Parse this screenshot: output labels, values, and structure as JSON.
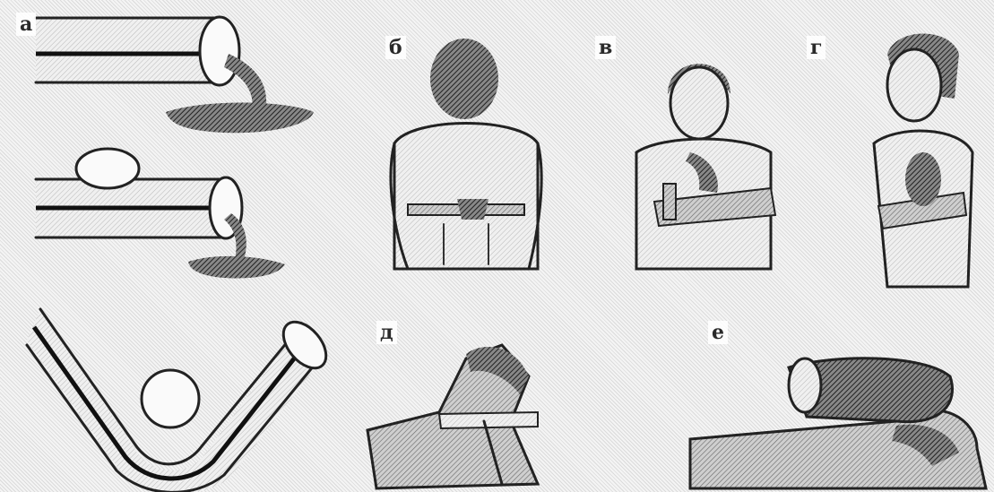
{
  "labels": {
    "a": "а",
    "b": "б",
    "v": "в",
    "g": "г",
    "d": "д",
    "e": "е"
  },
  "colors": {
    "ink": "#222222",
    "background": "#f4f4f4"
  }
}
